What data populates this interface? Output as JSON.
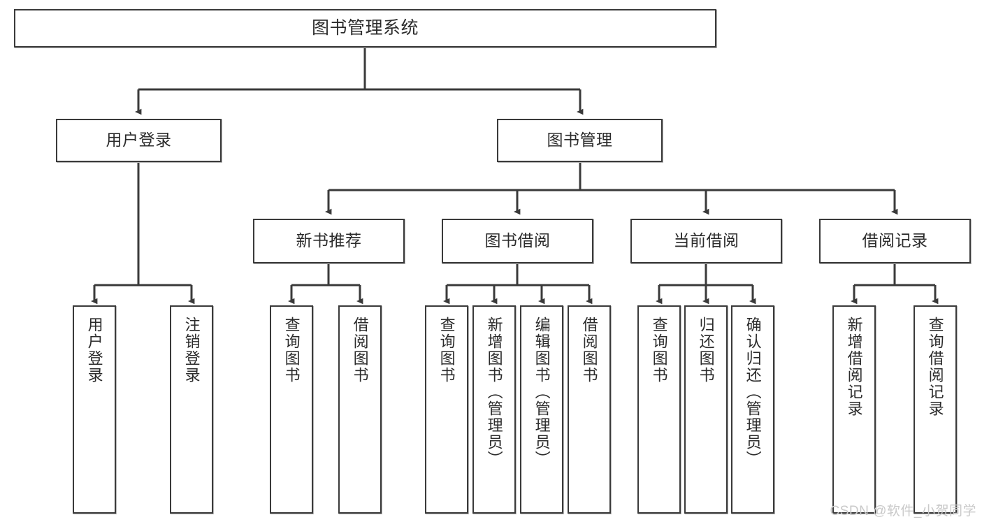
{
  "diagram": {
    "type": "tree-hierarchy",
    "title": "图书管理系统",
    "watermark": "CSDN @软件_小贺同学",
    "colors": {
      "background": "#ffffff",
      "box_border": "#3a3a3a",
      "box_fill": "#ffffff",
      "connector": "#3a3a3a",
      "text": "#2b2b2b",
      "watermark": "#c9c9c9"
    },
    "nodes": {
      "root": {
        "label": "图书管理系统"
      },
      "level1": [
        {
          "id": "user-login",
          "label": "用户登录"
        },
        {
          "id": "book-management",
          "label": "图书管理"
        }
      ],
      "level2": [
        {
          "id": "new-book-recommend",
          "label": "新书推荐"
        },
        {
          "id": "book-borrow",
          "label": "图书借阅"
        },
        {
          "id": "current-borrow",
          "label": "当前借阅"
        },
        {
          "id": "borrow-record",
          "label": "借阅记录"
        }
      ],
      "leaves": [
        {
          "id": "leaf-user-login",
          "parent": "user-login",
          "label": "用户登录"
        },
        {
          "id": "leaf-logout",
          "parent": "user-login",
          "label": "注销登录"
        },
        {
          "id": "leaf-query-book-1",
          "parent": "new-book-recommend",
          "label": "查询图书"
        },
        {
          "id": "leaf-borrow-book-1",
          "parent": "new-book-recommend",
          "label": "借阅图书"
        },
        {
          "id": "leaf-query-book-2",
          "parent": "book-borrow",
          "label": "查询图书"
        },
        {
          "id": "leaf-add-book",
          "parent": "book-borrow",
          "label": "新增图书（管理员）"
        },
        {
          "id": "leaf-edit-book",
          "parent": "book-borrow",
          "label": "编辑图书（管理员）"
        },
        {
          "id": "leaf-borrow-book-2",
          "parent": "book-borrow",
          "label": "借阅图书"
        },
        {
          "id": "leaf-query-book-3",
          "parent": "current-borrow",
          "label": "查询图书"
        },
        {
          "id": "leaf-return-book",
          "parent": "current-borrow",
          "label": "归还图书"
        },
        {
          "id": "leaf-confirm-return",
          "parent": "current-borrow",
          "label": "确认归还（管理员）"
        },
        {
          "id": "leaf-add-record",
          "parent": "borrow-record",
          "label": "新增借阅记录"
        },
        {
          "id": "leaf-query-record",
          "parent": "borrow-record",
          "label": "查询借阅记录"
        }
      ]
    }
  }
}
